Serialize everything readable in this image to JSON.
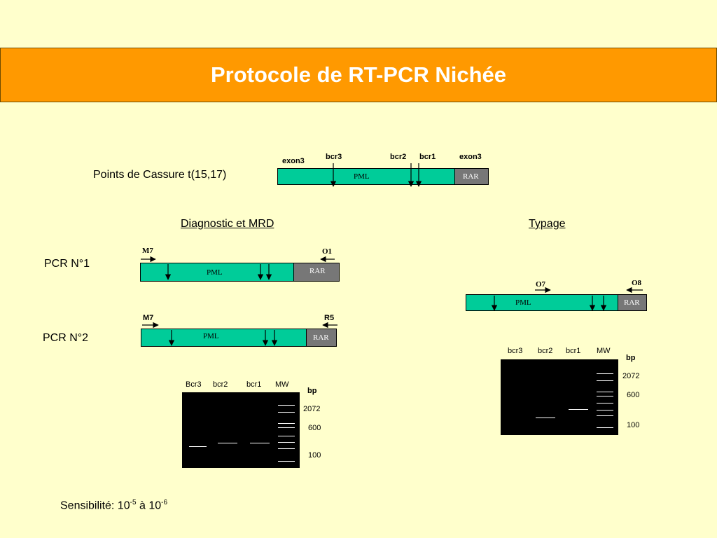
{
  "title": "Protocole de RT-PCR Nichée",
  "breakpoints": {
    "label": "Points de Cassure t(15,17)",
    "exon3_left": "exon3",
    "bcr3": "bcr3",
    "bcr2": "bcr2",
    "bcr1": "bcr1",
    "exon3_right": "exon3",
    "pml": "PML",
    "rar": "RAR"
  },
  "diagnostic": {
    "heading": "Diagnostic et MRD",
    "pcr1": {
      "label": "PCR N°1",
      "primer_left": "M7",
      "primer_right": "O1",
      "pml": "PML",
      "rar": "RAR"
    },
    "pcr2": {
      "label": "PCR N°2",
      "primer_left": "M7",
      "primer_right": "R5",
      "pml": "PML",
      "rar": "RAR"
    },
    "gel": {
      "lanes": [
        "Bcr3",
        "bcr2",
        "bcr1",
        "MW"
      ],
      "unit": "bp",
      "sizes": [
        "2072",
        "600",
        "100"
      ]
    }
  },
  "typage": {
    "heading": "Typage",
    "primer_left": "O7",
    "primer_right": "O8",
    "pml": "PML",
    "rar": "RAR",
    "gel": {
      "lanes": [
        "bcr3",
        "bcr2",
        "bcr1",
        "MW"
      ],
      "unit": "bp",
      "sizes": [
        "2072",
        "600",
        "100"
      ]
    }
  },
  "sensitivity": {
    "prefix": "Sensibilité: 10",
    "exp1": "-5",
    "middle": " à 10",
    "exp2": "-6"
  }
}
